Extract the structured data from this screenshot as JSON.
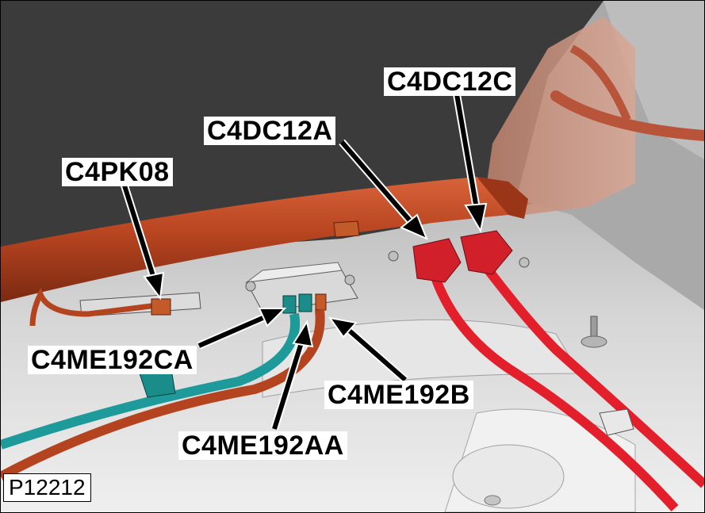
{
  "figure": {
    "id": "P12212",
    "callouts": [
      {
        "key": "c4dc12c",
        "label": "C4DC12C"
      },
      {
        "key": "c4dc12a",
        "label": "C4DC12A"
      },
      {
        "key": "c4pk08",
        "label": "C4PK08"
      },
      {
        "key": "c4me192ca",
        "label": "C4ME192CA"
      },
      {
        "key": "c4me192b",
        "label": "C4ME192B"
      },
      {
        "key": "c4me192aa",
        "label": "C4ME192AA"
      }
    ]
  },
  "colors": {
    "background": "#3b3b3b",
    "panel": "#d2d2d2",
    "harness_orange": "#b4441f",
    "harness_red": "#e21f2a",
    "harness_teal": "#1e9a9a",
    "connector_red": "#d2202a",
    "connector_teal": "#1a8d8a",
    "label_bg": "#ffffff",
    "label_text": "#000000"
  }
}
